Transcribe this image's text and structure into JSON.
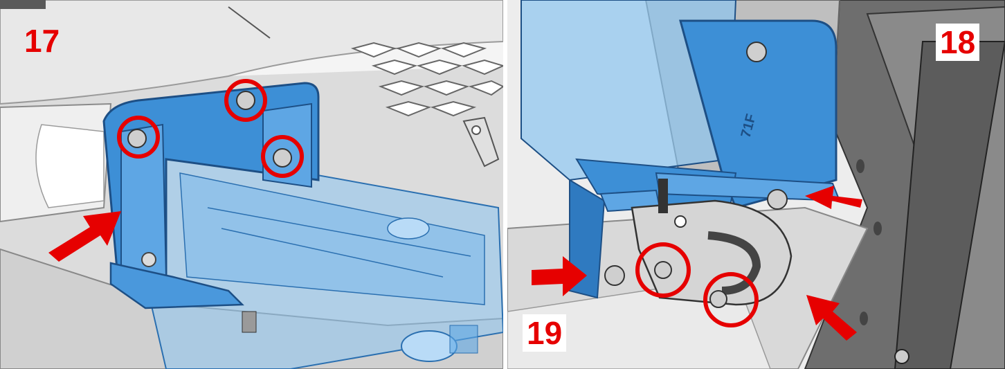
{
  "steps": {
    "step_17": "17",
    "step_18": "18",
    "step_19": "19"
  },
  "panel_left": {
    "part_text": ""
  },
  "panel_right": {
    "part_text": "71F"
  },
  "colors": {
    "bracket_blue": "#3d8fd6",
    "bracket_light": "#8cc4f0",
    "callout_red": "#e60000",
    "frame_gray": "#c9c9c9",
    "dark_gray": "#555555"
  }
}
